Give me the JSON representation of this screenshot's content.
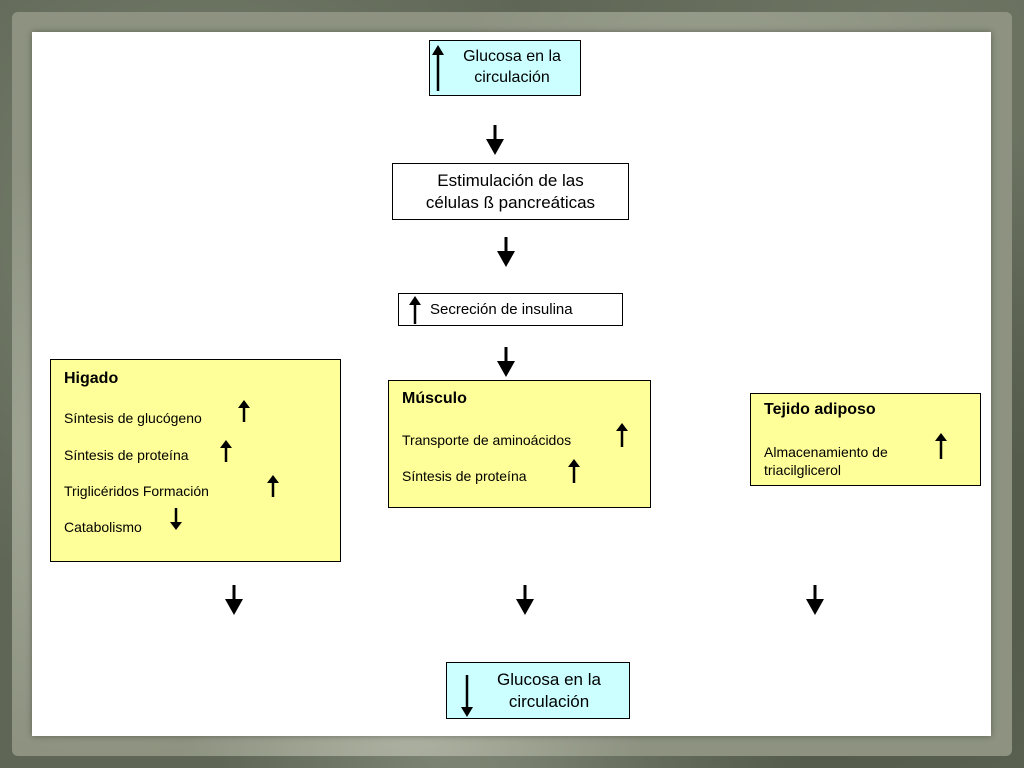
{
  "top_box": {
    "line1": "Glucosa en la",
    "line2": "circulación"
  },
  "stim_box": {
    "line1": "Estimulación de las",
    "line2": "células ß pancreáticas"
  },
  "insulin_box": {
    "label": "Secreción de insulina"
  },
  "higado": {
    "title": "Higado",
    "items": [
      {
        "label": "Síntesis de glucógeno",
        "direction": "up"
      },
      {
        "label": "Síntesis de proteína",
        "direction": "up"
      },
      {
        "label": "Triglicéridos Formación",
        "direction": "up"
      },
      {
        "label": "Catabolismo",
        "direction": "down"
      }
    ]
  },
  "musculo": {
    "title": "Músculo",
    "items": [
      {
        "label": "Transporte de aminoácidos",
        "direction": "up"
      },
      {
        "label": "Síntesis de proteína",
        "direction": "up"
      }
    ]
  },
  "tejido": {
    "title": "Tejido adiposo",
    "line1": "Almacenamiento de",
    "line2": "triacilglicerol",
    "direction": "up"
  },
  "bottom_box": {
    "line1": "Glucosa en la",
    "line2": "circulación"
  },
  "colors": {
    "cyan_box": "#ccffff",
    "yellow_box": "#ffff99",
    "frame": "#5f6655"
  }
}
